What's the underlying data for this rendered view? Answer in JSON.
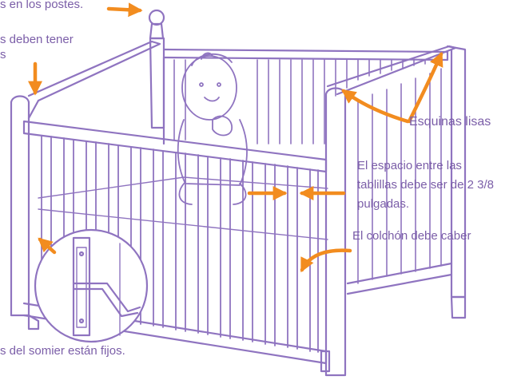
{
  "labels": {
    "posts": "s en los postes.",
    "rails_line1": "s deben tener",
    "rails_line2": "s",
    "corners": "Esquinas lisas",
    "slats_line1": "El espacio entre las",
    "slats_line2": "tablillas debe ser de 2 3/8",
    "slats_line3": "pulgadas.",
    "mattress": "El colchón debe caber",
    "supports": "s del somier están fijos."
  },
  "colors": {
    "line_art": "#8f74c0",
    "text": "#7b5ea8",
    "arrow": "#f28c1f"
  }
}
